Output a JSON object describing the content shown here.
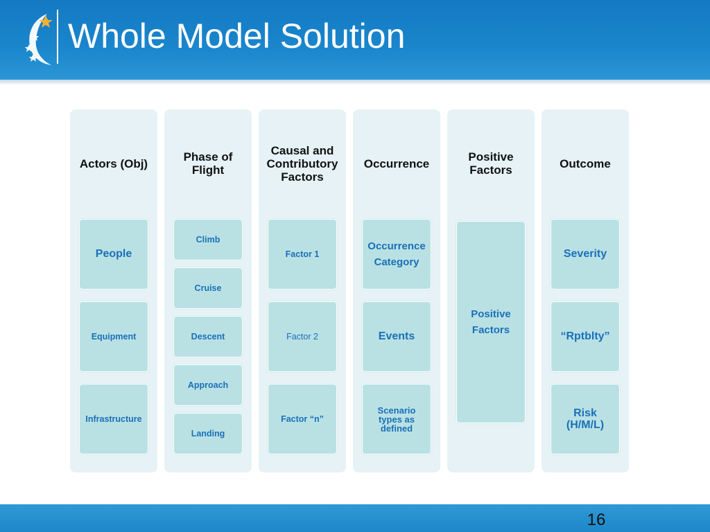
{
  "slide": {
    "title": "Whole Model Solution",
    "page_number": "16"
  },
  "columns": [
    {
      "header": "Actors (Obj)",
      "cells": [
        "People",
        "Equipment",
        "Infrastructure"
      ]
    },
    {
      "header": "Phase of Flight",
      "cells": [
        "Climb",
        "Cruise",
        "Descent",
        "Approach",
        "Landing"
      ]
    },
    {
      "header": "Causal and Contributory Factors",
      "cells": [
        "Factor 1",
        "Factor 2",
        "Factor “n”"
      ]
    },
    {
      "header": "Occurrence",
      "cells": [
        "Occurrence Category",
        "Events",
        "Scenario types as defined"
      ]
    },
    {
      "header": "Positive Factors",
      "cells": [
        "Positive Factors"
      ]
    },
    {
      "header": "Outcome",
      "cells": [
        "Severity",
        "“Rptblty”",
        "Risk (H/M/L)"
      ]
    }
  ],
  "colors": {
    "header_blue": "#1479c3",
    "column_bg": "#e6f2f5",
    "cell_bg": "#b9e1e4",
    "cell_text": "#1a6fb8"
  }
}
